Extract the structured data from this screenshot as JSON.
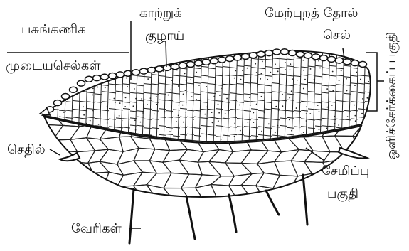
{
  "labels": {
    "chlorophyll_cells_line1": "பசுங்கணிக",
    "chlorophyll_cells_line2": "முடையசெல்கள்",
    "air_tube_line1": "காற்றுக்",
    "air_tube_line2": "குழாய்",
    "epidermis_line1": "மேற்புறத் தோல்",
    "epidermis_line2": "செல்",
    "photosynthetic_region": "ஒளிச்சேர்க்கைப் பகுதி",
    "scale": "செதில்",
    "storage_line1": "சேமிப்பு",
    "storage_line2": "பகுதி",
    "rhizoids": "வேரிகள்"
  },
  "colors": {
    "ink": "#111111",
    "background": "#ffffff"
  }
}
